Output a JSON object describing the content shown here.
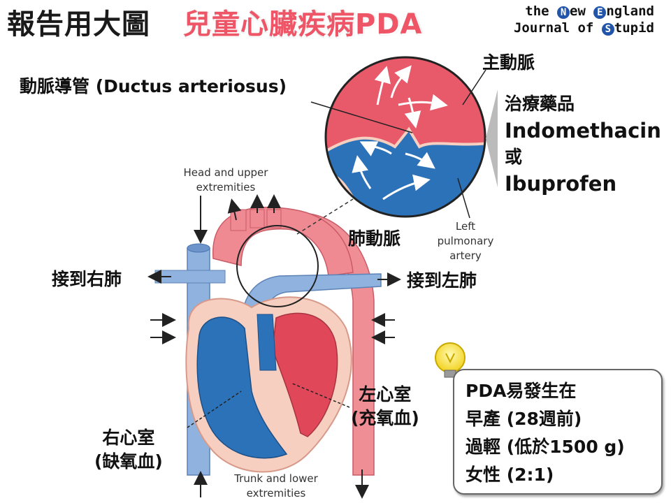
{
  "header": {
    "title_prefix": "報告用大圖",
    "title_topic": "兒童心臟疾病PDA"
  },
  "logo": {
    "line1_pre": "the ",
    "line1_n": "N",
    "line1_mid": "ew ",
    "line1_e": "E",
    "line1_post": "ngland",
    "line2_pre": "Journal of ",
    "line2_s": "S",
    "line2_post": "tupid"
  },
  "labels": {
    "ductus": "動脈導管 (Ductus arteriosus)",
    "aorta": "主動脈",
    "pulmonary_artery": "肺動脈",
    "left_pulmonary_artery": [
      "Left",
      "pulmonary",
      "artery"
    ],
    "head_upper": [
      "Head and upper",
      "extremities"
    ],
    "trunk_lower": [
      "Trunk and lower",
      "extremities"
    ],
    "to_right_lung": "接到右肺",
    "to_left_lung": "接到左肺",
    "right_ventricle": [
      "右心室",
      "(缺氧血)"
    ],
    "left_ventricle": [
      "左心室",
      "(充氧血)"
    ]
  },
  "treatment": {
    "heading": "治療藥品",
    "drug1": "Indomethacin",
    "or": "或",
    "drug2": "Ibuprofen"
  },
  "risk_box": {
    "lines": [
      "PDA易發生在",
      "早產 (28週前)",
      "過輕 (低於1500 g)",
      "女性 (2:1)"
    ]
  },
  "colors": {
    "oxygenated": "#e8596a",
    "deoxygenated": "#2c72b8",
    "heart_wall": "#f6cfc0",
    "title_accent": "#ee5566"
  }
}
